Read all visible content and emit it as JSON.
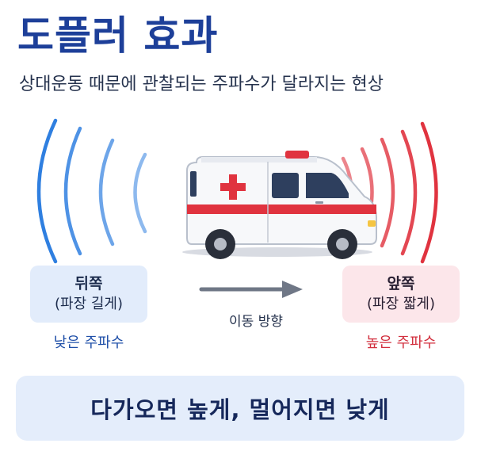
{
  "title": "도플러 효과",
  "subtitle": "상대운동 때문에 관찰되는 주파수가 달라지는 현상",
  "rear": {
    "heading": "뒤쪽",
    "wavelength": "(파장 길게)",
    "frequency": "낮은 주파수"
  },
  "front": {
    "heading": "앞쪽",
    "wavelength": "(파장 짧게)",
    "frequency": "높은 주파수"
  },
  "direction_label": "이동 방향",
  "summary": "다가오면 높게, 멀어지면 낮게",
  "icons": {
    "vehicle": "ambulance-icon",
    "direction": "arrow-right-icon"
  },
  "colors": {
    "title": "#1d3f99",
    "low_wave": "#2f7fe0",
    "high_wave": "#e0333f",
    "ambulance_stripe": "#e0333f",
    "banner_bg": "#e4edfb"
  }
}
